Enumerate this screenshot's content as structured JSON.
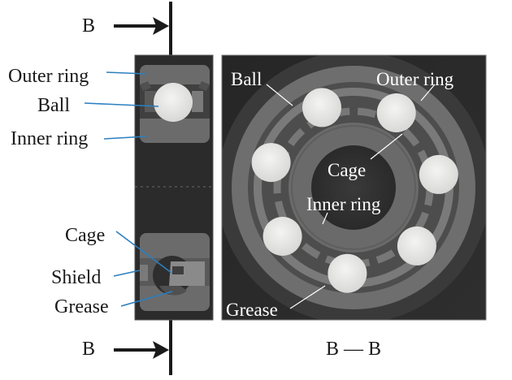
{
  "figure": {
    "type": "bearing-ct-cross-section",
    "section_marker": {
      "top_label": "B",
      "bottom_label": "B",
      "section_title": "B — B"
    },
    "side_view": {
      "labels": [
        {
          "id": "outer-ring",
          "text": "Outer ring"
        },
        {
          "id": "ball",
          "text": "Ball"
        },
        {
          "id": "inner-ring",
          "text": "Inner ring"
        },
        {
          "id": "cage",
          "text": "Cage"
        },
        {
          "id": "shield",
          "text": "Shield"
        },
        {
          "id": "grease",
          "text": "Grease"
        }
      ],
      "leader_color": "#2a7fc0"
    },
    "section_view": {
      "labels": [
        {
          "id": "ball",
          "text": "Ball"
        },
        {
          "id": "outer-ring",
          "text": "Outer ring"
        },
        {
          "id": "cage",
          "text": "Cage"
        },
        {
          "id": "inner-ring",
          "text": "Inner ring"
        },
        {
          "id": "grease",
          "text": "Grease"
        }
      ],
      "ball_count": 7
    }
  }
}
